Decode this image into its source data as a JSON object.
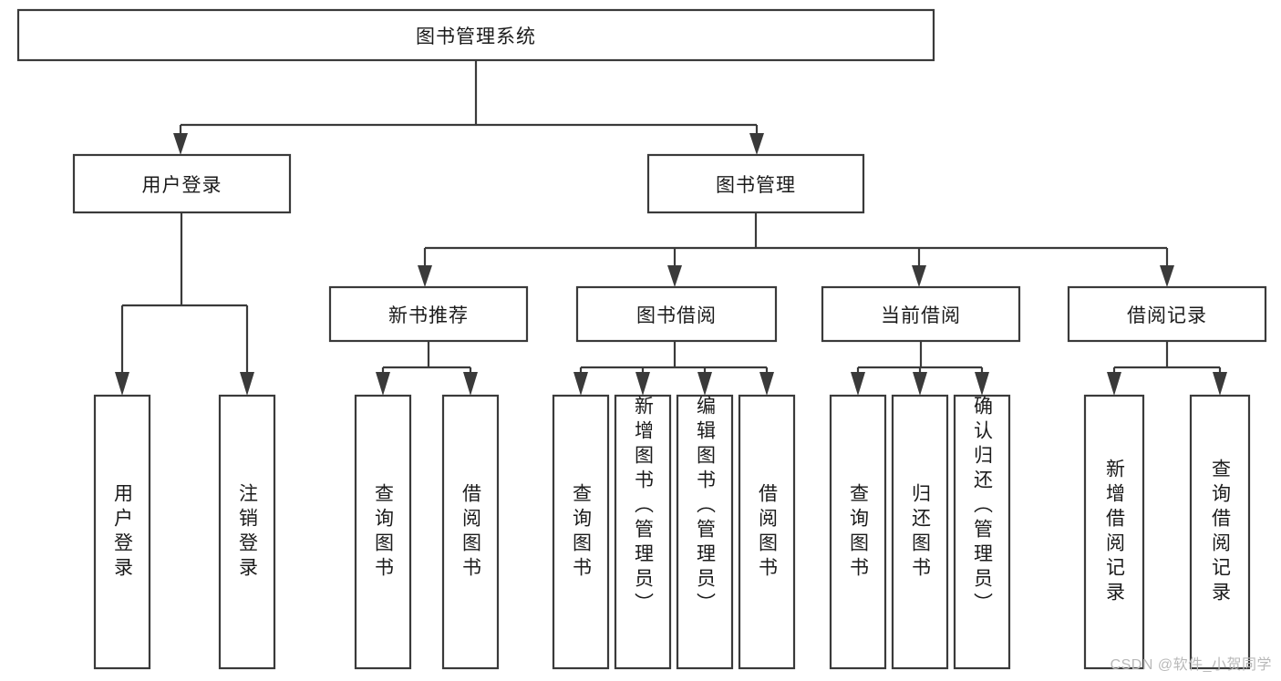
{
  "diagram": {
    "title": "图书管理系统",
    "watermark": "CSDN @软件_小贺同学",
    "colors": {
      "stroke": "#3a3a3a",
      "fill": "#ffffff",
      "text": "#1b1b1b",
      "watermark": "#b9b9b9"
    },
    "root": {
      "label": "图书管理系统"
    },
    "level2": [
      {
        "label": "用户登录"
      },
      {
        "label": "图书管理"
      }
    ],
    "level3": [
      {
        "label": "新书推荐"
      },
      {
        "label": "图书借阅"
      },
      {
        "label": "当前借阅"
      },
      {
        "label": "借阅记录"
      }
    ],
    "leaves": {
      "user_login": [
        {
          "label": "用户登录"
        },
        {
          "label": "注销登录"
        }
      ],
      "new_book": [
        {
          "label": "查询图书"
        },
        {
          "label": "借阅图书"
        }
      ],
      "borrow_book": [
        {
          "label": "查询图书"
        },
        {
          "label": "新增图书（管理员）"
        },
        {
          "label": "编辑图书（管理员）"
        },
        {
          "label": "借阅图书"
        }
      ],
      "current_borrow": [
        {
          "label": "查询图书"
        },
        {
          "label": "归还图书"
        },
        {
          "label": "确认归还（管理员）"
        }
      ],
      "borrow_record": [
        {
          "label": "新增借阅记录"
        },
        {
          "label": "查询借阅记录"
        }
      ]
    }
  }
}
